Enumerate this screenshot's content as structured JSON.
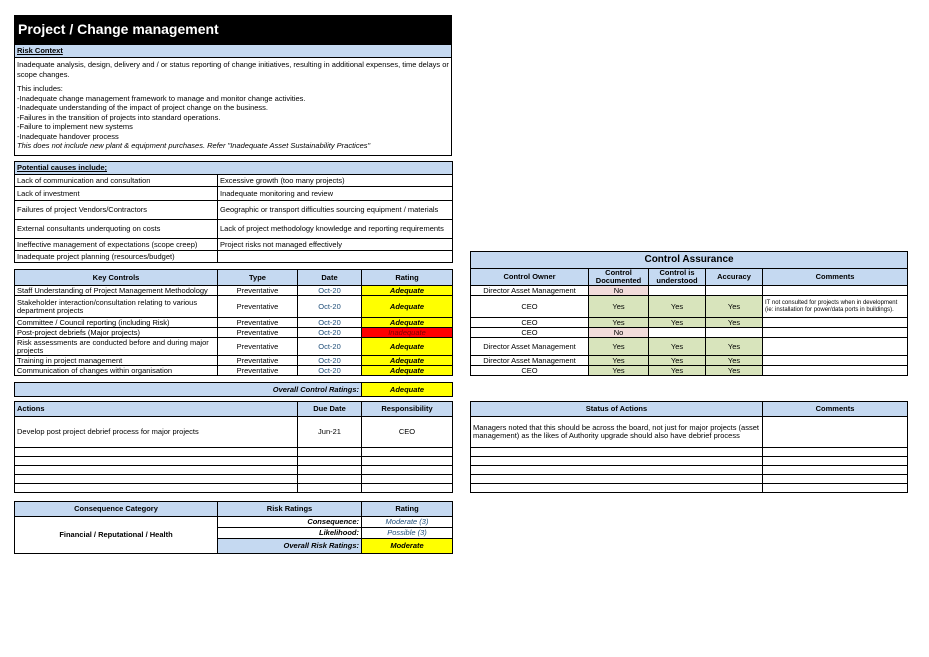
{
  "title": "Project / Change management",
  "risk_context": {
    "header": "Risk Context",
    "intro": "Inadequate analysis, design, delivery and / or status reporting of change initiatives, resulting in additional expenses, time delays or scope changes.",
    "includes_label": "This includes:",
    "items": [
      "-Inadequate change management framework to manage and monitor change activities.",
      "-Inadequate understanding of the impact of project change on the business.",
      "-Failures in the transition of projects into standard operations.",
      "-Failure to implement new systems",
      "-Inadequate handover process"
    ],
    "note": "This does not include new plant & equipment purchases.  Refer \"Inadequate Asset Sustainability Practices\""
  },
  "causes": {
    "header": "Potential causes include;",
    "rows": [
      [
        "Lack of communication and consultation",
        "Excessive growth (too many projects)"
      ],
      [
        "Lack of investment",
        "Inadequate monitoring and review"
      ],
      [
        "Failures of project Vendors/Contractors",
        "Geographic or transport difficulties sourcing equipment / materials"
      ],
      [
        "External consultants underquoting on costs",
        "Lack of project methodology knowledge and reporting requirements"
      ],
      [
        "Ineffective management of expectations (scope creep)",
        "Project risks not managed effectively"
      ],
      [
        "Inadequate project planning (resources/budget)",
        ""
      ]
    ]
  },
  "controls": {
    "headers": [
      "Key Controls",
      "Type",
      "Date",
      "Rating"
    ],
    "rows": [
      {
        "control": "Staff Understanding of Project Management Methodology",
        "type": "Preventative",
        "date": "Oct-20",
        "rating": "Adequate"
      },
      {
        "control": "Stakeholder interaction/consultation relating to various department projects",
        "type": "Preventative",
        "date": "Oct-20",
        "rating": "Adequate"
      },
      {
        "control": "Committee / Council reporting (including Risk)",
        "type": "Preventative",
        "date": "Oct-20",
        "rating": "Adequate"
      },
      {
        "control": "Post-project debriefs (Major projects)",
        "type": "Preventative",
        "date": "Oct-20",
        "rating": "Inadequate"
      },
      {
        "control": "Risk assessments are conducted before and during major projects",
        "type": "Preventative",
        "date": "Oct-20",
        "rating": "Adequate"
      },
      {
        "control": "Training in project management",
        "type": "Preventative",
        "date": "Oct-20",
        "rating": "Adequate"
      },
      {
        "control": "Communication of changes within organisation",
        "type": "Preventative",
        "date": "Oct-20",
        "rating": "Adequate"
      }
    ],
    "overall_label": "Overall Control Ratings:",
    "overall_value": "Adequate"
  },
  "assurance": {
    "title": "Control Assurance",
    "headers": [
      "Control Owner",
      "Control Documented",
      "Control is understood",
      "Accuracy",
      "Comments"
    ],
    "rows": [
      {
        "owner": "Director Asset Management",
        "documented": "No",
        "understood": "",
        "accuracy": "",
        "comments": ""
      },
      {
        "owner": "CEO",
        "documented": "Yes",
        "understood": "Yes",
        "accuracy": "Yes",
        "comments": "IT not consulted for projects when in development (ie: installation for power/data ports in buildings)."
      },
      {
        "owner": "CEO",
        "documented": "Yes",
        "understood": "Yes",
        "accuracy": "Yes",
        "comments": ""
      },
      {
        "owner": "CEO",
        "documented": "No",
        "understood": "",
        "accuracy": "",
        "comments": ""
      },
      {
        "owner": "Director Asset Management",
        "documented": "Yes",
        "understood": "Yes",
        "accuracy": "Yes",
        "comments": ""
      },
      {
        "owner": "Director Asset Management",
        "documented": "Yes",
        "understood": "Yes",
        "accuracy": "Yes",
        "comments": ""
      },
      {
        "owner": "CEO",
        "documented": "Yes",
        "understood": "Yes",
        "accuracy": "Yes",
        "comments": ""
      }
    ]
  },
  "actions": {
    "headers": [
      "Actions",
      "Due Date",
      "Responsibility"
    ],
    "rows": [
      {
        "action": "Develop post project debrief process for major projects",
        "due": "Jun-21",
        "resp": "CEO"
      }
    ]
  },
  "status": {
    "headers": [
      "Status of Actions",
      "Comments"
    ],
    "rows": [
      {
        "status": "Managers noted that this should be across the board, not just for major projects (asset management) as the likes of Authority upgrade should also have debrief process",
        "comments": ""
      }
    ]
  },
  "consequence": {
    "headers": [
      "Consequence Category",
      "Risk Ratings",
      "Rating"
    ],
    "category": "Financial / Reputational / Health",
    "consequence_label": "Consequence:",
    "consequence_value": "Moderate (3)",
    "likelihood_label": "Likelihood:",
    "likelihood_value": "Possible (3)",
    "overall_label": "Overall Risk Ratings:",
    "overall_value": "Moderate"
  }
}
